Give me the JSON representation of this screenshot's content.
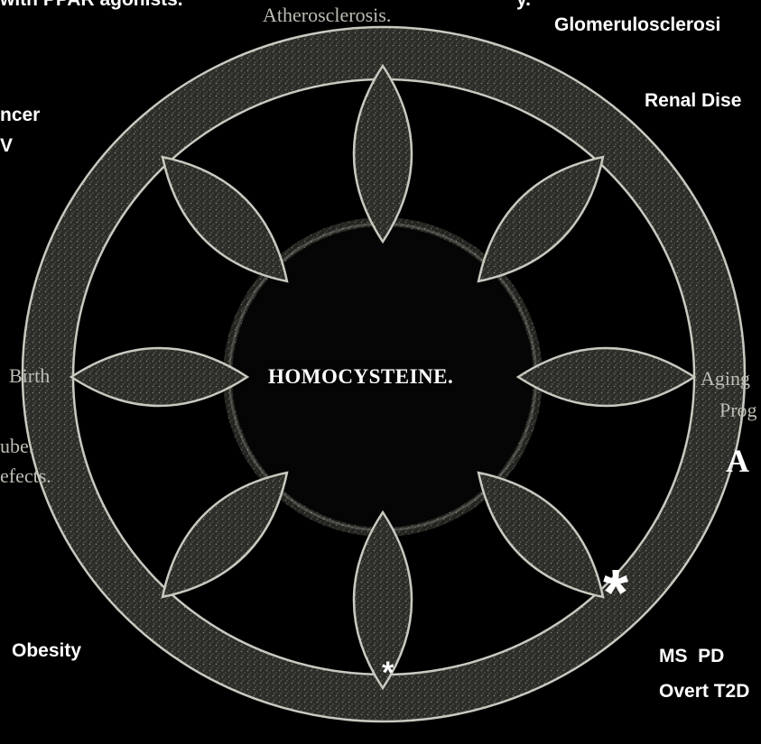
{
  "diagram": {
    "center_title": "HOMOCYSTEINE.",
    "wheel_labels": {
      "top": "Atherosclerosis.",
      "left": "Birth",
      "right": "Aging",
      "right_sub": "Prog",
      "lower_left_1": "ube.",
      "lower_left_2": "efects.",
      "right_partial": "A"
    },
    "outer_labels": {
      "top_left": "with PPAR agonists.",
      "top_right": "Glomerulosclerosi",
      "top_right_partial": "y.",
      "renal": "Renal Dise",
      "cancer": "ncer",
      "cancer_sub": "V",
      "obesity": "Obesity",
      "ms_pd": "MS  PD",
      "overt": "Overt T2D"
    },
    "markers": {
      "large_star": "*",
      "small_star": "*"
    },
    "colors": {
      "background": "#000000",
      "wheel_texture": "#4a4a44",
      "outline": "#c9c9c0",
      "label": "#ffffff"
    }
  }
}
